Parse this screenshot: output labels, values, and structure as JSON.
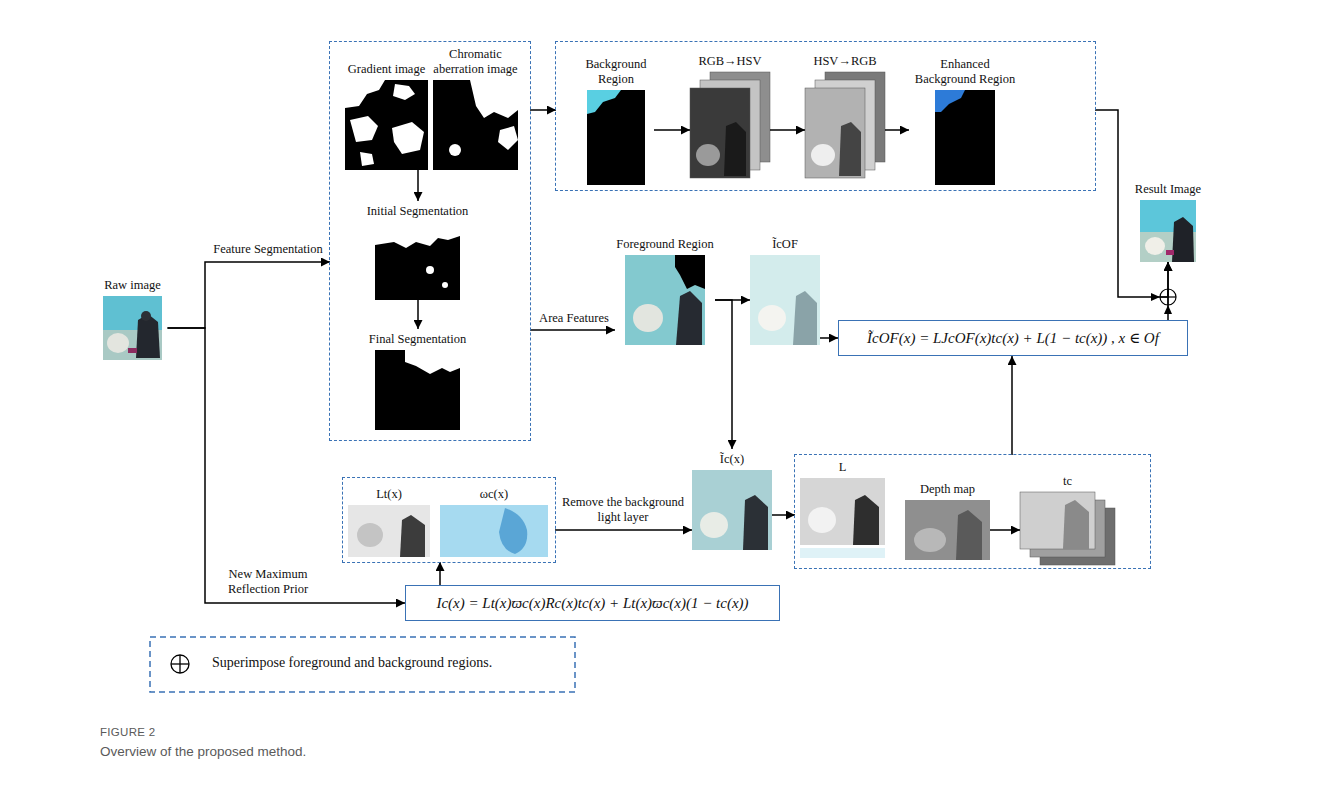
{
  "diagram": {
    "caption": "Overview of the proposed method.",
    "nodes": [
      {
        "text": [
          "Raw image"
        ]
      },
      {
        "text": []
      },
      {
        "text": [
          "Gradient image"
        ],
        "in": 1
      },
      {
        "text": [
          "Chromatic aberration image"
        ],
        "in": 1
      },
      {
        "text": [
          "Initial Segmentation"
        ],
        "in": 1
      },
      {
        "text": [
          "Final Segmentation"
        ],
        "in": 1
      },
      {
        "text": []
      },
      {
        "text": [
          "Background Region"
        ],
        "in": 6
      },
      {
        "text": [
          "RGB→HSV"
        ],
        "in": 6
      },
      {
        "text": [
          "HSV→RGB"
        ],
        "in": 6
      },
      {
        "text": [
          "Enhanced Background Region"
        ],
        "in": 6
      },
      {
        "text": [
          "Result Image"
        ]
      },
      {
        "text": [
          "Foreground Region"
        ]
      },
      {
        "text": [
          "ĨcOF"
        ]
      },
      {
        "text": [
          "ĨcOF(x) = LJcOF(x)tc(x) + L(1 − tc(x)) , x ∈ Of"
        ]
      },
      {
        "text": []
      },
      {
        "text": [
          "Lt(x)"
        ],
        "in": 15
      },
      {
        "text": [
          "ωc(x)"
        ],
        "in": 15
      },
      {
        "text": [
          "Ĩc(x)"
        ]
      },
      {
        "text": []
      },
      {
        "text": [
          "L"
        ],
        "in": 19
      },
      {
        "text": [
          "Depth map"
        ],
        "in": 19
      },
      {
        "text": [
          "tc"
        ],
        "in": 19
      },
      {
        "text": [
          "Ic(x) = Lt(x)ϖc(x)Rc(x)tc(x) + Lt(x)ϖc(x)(1 − tc(x))"
        ]
      }
    ],
    "edges": [
      {
        "from": 0,
        "to": 1,
        "label": "Feature Segmentation",
        "arrow": "to"
      },
      {
        "from": 0,
        "to": 23,
        "label": "New Maximum Reflection Prior",
        "arrow": "to"
      },
      {
        "from": 2,
        "to": 4,
        "arrow": "to"
      },
      {
        "from": 4,
        "to": 5,
        "arrow": "to"
      },
      {
        "from": 1,
        "to": 6,
        "arrow": "to"
      },
      {
        "from": 7,
        "to": 8,
        "arrow": "to"
      },
      {
        "from": 8,
        "to": 9,
        "arrow": "to"
      },
      {
        "from": 9,
        "to": 10,
        "arrow": "to"
      },
      {
        "from": 6,
        "to": 11,
        "arrow": "to"
      },
      {
        "from": 1,
        "to": 12,
        "label": "Area Features",
        "arrow": "to"
      },
      {
        "from": 12,
        "to": 13,
        "arrow": "to"
      },
      {
        "from": 12,
        "to": 18,
        "arrow": "to"
      },
      {
        "from": 13,
        "to": 14,
        "arrow": "to"
      },
      {
        "from": 14,
        "to": 11,
        "arrow": "to"
      },
      {
        "from": 23,
        "to": 15,
        "arrow": "to"
      },
      {
        "from": 15,
        "to": 18,
        "label": "Remove the background light layer",
        "arrow": "to"
      },
      {
        "from": 18,
        "to": 19,
        "arrow": "to"
      },
      {
        "from": 21,
        "to": 22,
        "arrow": "to"
      },
      {
        "from": 19,
        "to": 14,
        "arrow": "to"
      }
    ],
    "labels": [
      "FIGURE 2"
    ],
    "legend": [
      {
        "text": "Superimpose foreground and background regions."
      }
    ]
  }
}
